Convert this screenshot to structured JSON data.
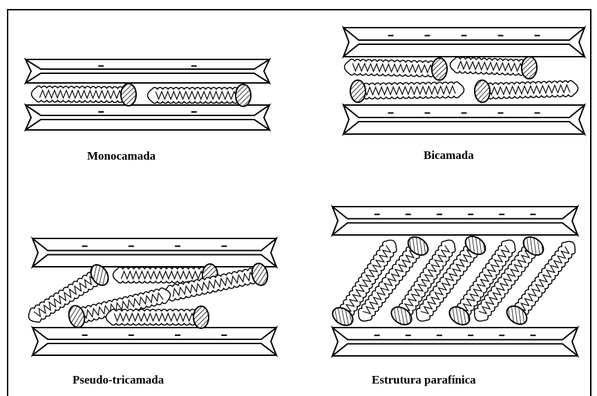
{
  "panels": [
    {
      "id": "monolayer",
      "label": "Monocamada"
    },
    {
      "id": "bilayer",
      "label": "Bicamada"
    },
    {
      "id": "pseudo-trilayer",
      "label": "Pseudo-tricamada"
    },
    {
      "id": "paraffin",
      "label": "Estrutura parafínica"
    }
  ],
  "layer_charge_symbol": "–",
  "colors": {
    "ink": "#000000",
    "background": "#ffffff"
  }
}
